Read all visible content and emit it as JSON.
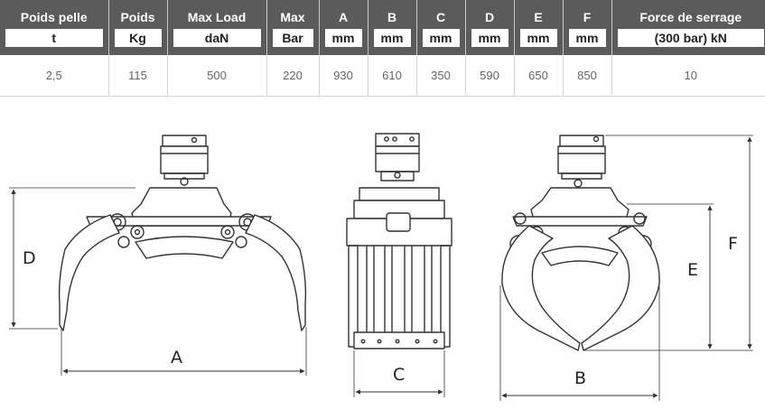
{
  "table": {
    "headers": [
      {
        "label": "Poids pelle",
        "unit": "t"
      },
      {
        "label": "Poids",
        "unit": "Kg"
      },
      {
        "label": "Max Load",
        "unit": "daN"
      },
      {
        "label": "Max",
        "unit": "Bar"
      },
      {
        "label": "A",
        "unit": "mm"
      },
      {
        "label": "B",
        "unit": "mm"
      },
      {
        "label": "C",
        "unit": "mm"
      },
      {
        "label": "D",
        "unit": "mm"
      },
      {
        "label": "E",
        "unit": "mm"
      },
      {
        "label": "F",
        "unit": "mm"
      },
      {
        "label": "Force de serrage",
        "unit": "(300 bar) kN"
      }
    ],
    "row": [
      "2,5",
      "115",
      "500",
      "220",
      "930",
      "610",
      "350",
      "590",
      "650",
      "850",
      "10"
    ]
  },
  "drawing": {
    "labels": {
      "A": "A",
      "B": "B",
      "C": "C",
      "D": "D",
      "E": "E",
      "F": "F"
    }
  }
}
